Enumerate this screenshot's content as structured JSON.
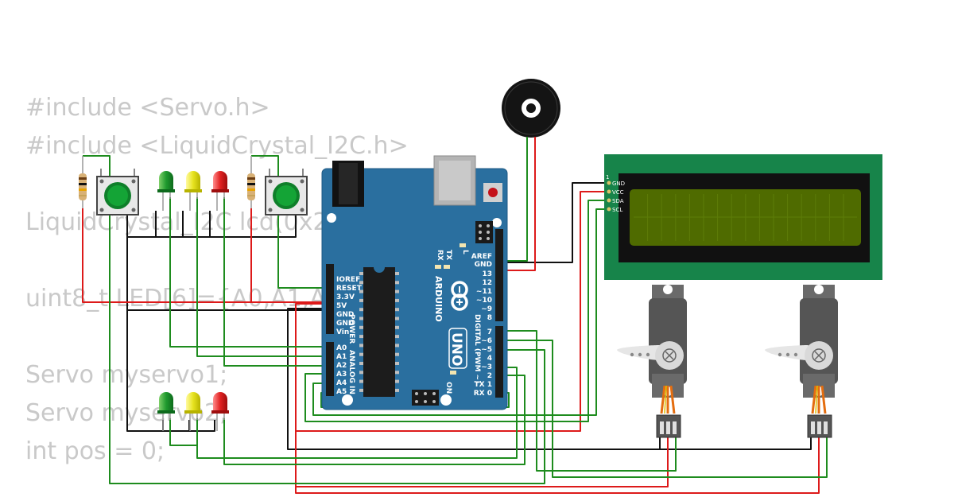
{
  "code_lines": [
    "#include <Servo.h>",
    "#include <LiquidCrystal_I2C.h>",
    "",
    "LiquidCrystal_I2C lcd(0x27",
    "",
    "uint8_t LED[6]={A0,A1,A2",
    "",
    "Servo myservo1;",
    "Servo myservo2;",
    "int pos = 0;"
  ],
  "board": {
    "name": "ARDUINO",
    "model": "UNO",
    "power_pins": [
      "IOREF",
      "RESET",
      "3.3V",
      "5V",
      "GND",
      "GND",
      "Vin"
    ],
    "power_header": "POWER",
    "analog_pins": [
      "A0",
      "A1",
      "A2",
      "A3",
      "A4",
      "A5"
    ],
    "analog_header": "ANALOG IN",
    "digital_top": [
      "AREF",
      "GND",
      "13",
      "12",
      "~11",
      "~10",
      "~9",
      "8"
    ],
    "digital_bottom": [
      "7",
      "~6",
      "~5",
      "4",
      "~3",
      "2",
      "TX 1",
      "RX 0"
    ],
    "digital_header": "DIGITAL (PWM ~)",
    "led_labels": [
      "L",
      "TX",
      "RX"
    ],
    "on_label": "ON"
  },
  "lcd": {
    "pin_index": "1",
    "pins": [
      "GND",
      "VCC",
      "SDA",
      "SCL"
    ]
  },
  "colors": {
    "board": "#2a6f9f",
    "lcd_pcb": "#17844a",
    "lcd_screen": "#4f6b00",
    "wire_green": "#1e8c1e",
    "wire_red": "#dd1a1a",
    "wire_black": "#111111",
    "code_text": "#c9c9c9"
  }
}
